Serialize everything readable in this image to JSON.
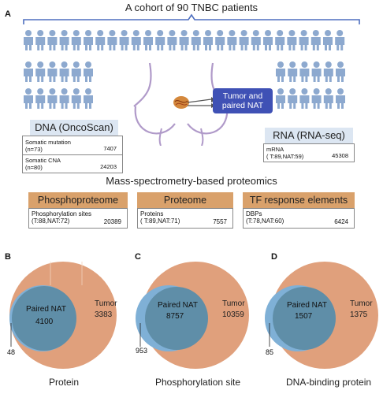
{
  "panel_a": {
    "letter": "A",
    "cohort_title": "A cohort of 90 TNBC patients",
    "callout": "Tumor and paired NAT",
    "dna_header": "DNA (OncoScan)",
    "dna_rows": [
      {
        "label": "Somatic mutation",
        "sub": "(n=73)",
        "value": "7407"
      },
      {
        "label": "Somatic CNA",
        "sub": "(n=80)",
        "value": "24203"
      }
    ],
    "rna_header": "RNA (RNA-seq)",
    "rna_row": {
      "label": "mRNA",
      "sub": "( T:89,NAT:59)",
      "value": "45308"
    },
    "ms_title": "Mass-spectrometry-based proteomics",
    "ms_boxes": [
      {
        "header": "Phosphoproteome",
        "label": "Phosphorylation sites",
        "sub": "(T:88,NAT:72)",
        "value": "20389"
      },
      {
        "header": "Proteome",
        "label": "Proteins",
        "sub": "( T:89,NAT:71)",
        "value": "7557"
      },
      {
        "header": "TF response elements",
        "label": "DBPs",
        "sub": "(T:78,NAT:60)",
        "value": "6424"
      }
    ]
  },
  "venn": [
    {
      "letter": "B",
      "inner_label": "Paired NAT",
      "inner_value": "4100",
      "outer_label": "Tumor",
      "outer_value": "3383",
      "small_value": "48",
      "caption": "Protein"
    },
    {
      "letter": "C",
      "inner_label": "Paired NAT",
      "inner_value": "8757",
      "outer_label": "Tumor",
      "outer_value": "10359",
      "small_value": "953",
      "caption": "Phosphorylation site"
    },
    {
      "letter": "D",
      "inner_label": "Paired NAT",
      "inner_value": "1507",
      "outer_label": "Tumor",
      "outer_value": "1375",
      "small_value": "85",
      "caption": "DNA-binding protein"
    }
  ],
  "colors": {
    "person": "#8da9cf",
    "bracket": "#4e6fbf",
    "callout": "#3f51b5",
    "dna_rna_header": "#dce6f2",
    "ms_header": "#d9a16b",
    "tumor": "#e0a07c",
    "nat": "#5f8ea8",
    "nat_only": "#7fb0d6",
    "body_outline": "#b09ac9"
  }
}
